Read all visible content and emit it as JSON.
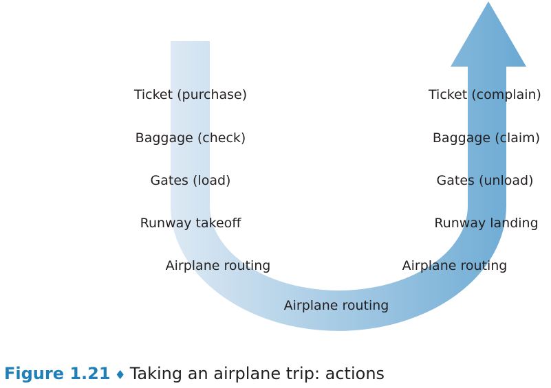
{
  "left_labels": [
    "Ticket (purchase)",
    "Baggage (check)",
    "Gates (load)",
    "Runway takeoff",
    "Airplane routing"
  ],
  "right_labels": [
    "Ticket (complain)",
    "Baggage (claim)",
    "Gates (unload)",
    "Runway landing",
    "Airplane routing"
  ],
  "bottom_label": "Airplane routing",
  "caption": {
    "figure": "Figure 1.21",
    "separator": "♦",
    "text": "Taking an airplane trip: actions"
  },
  "colors": {
    "arrow_start": "#dde9f4",
    "arrow_end": "#6aa9d3",
    "caption_accent": "#1f7fb8"
  }
}
